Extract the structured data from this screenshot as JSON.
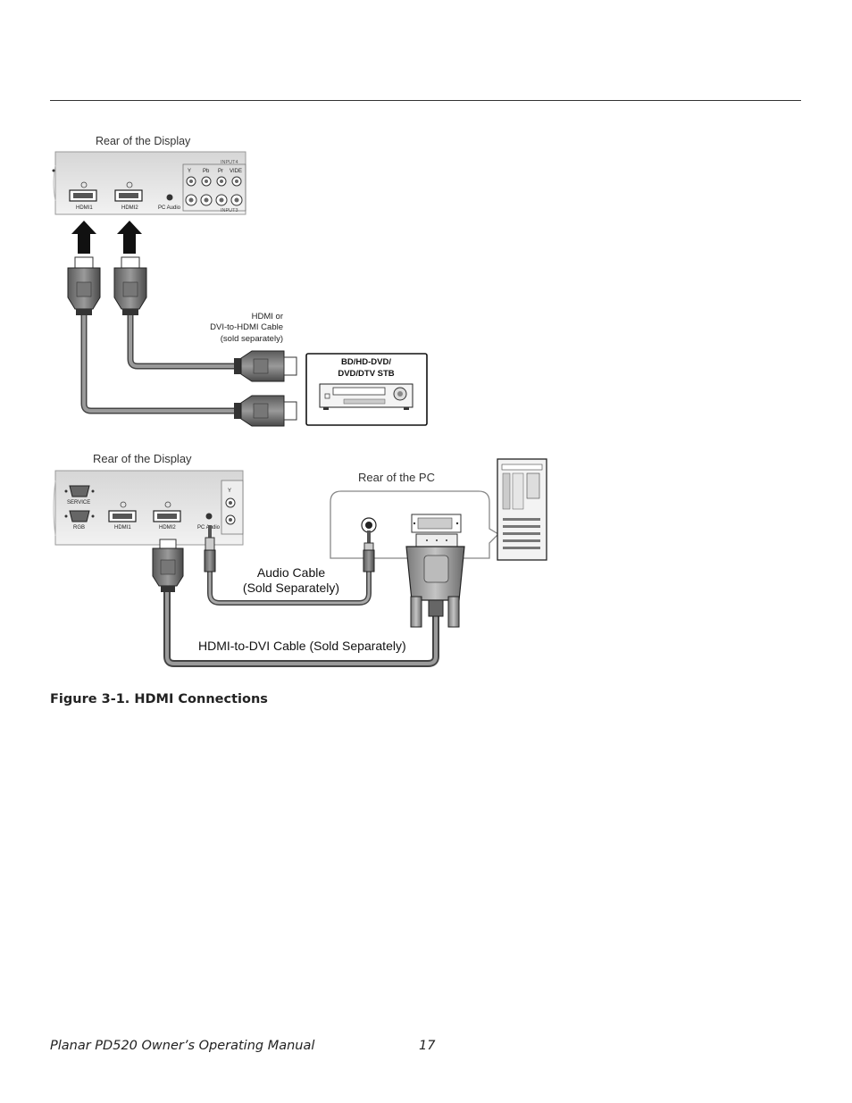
{
  "figure": {
    "top_panel": {
      "rear_display_label": "Rear of the Display",
      "ports": {
        "hdmi1": "HDMI1",
        "hdmi2": "HDMI2",
        "pc_audio": "PC Audio",
        "input4": "INPUT4",
        "input3": "INPUT3",
        "y": "Y",
        "pb": "Pb",
        "pr": "Pr",
        "video": "VIDE"
      },
      "cable_note": [
        "HDMI or",
        "DVI-to-HDMI Cable",
        "(sold separately)"
      ],
      "device_label": [
        "BD/HD-DVD/",
        "DVD/DTV STB"
      ]
    },
    "bottom_panel": {
      "rear_display_label": "Rear of the Display",
      "rear_pc_label": "Rear of the PC",
      "ports": {
        "service": "SERVICE",
        "rgb": "RGB",
        "hdmi1": "HDMI1",
        "hdmi2": "HDMI2",
        "pc_audio": "PC Audio",
        "y": "Y"
      },
      "audio_cable": [
        "Audio Cable",
        "(Sold Separately)"
      ],
      "dvi_cable": "HDMI-to-DVI Cable (Sold Separately)"
    },
    "caption": "Figure 3-1. HDMI Connections"
  },
  "footer": {
    "manual_title": "Planar PD520 Owner’s Operating Manual",
    "page_number": "17"
  }
}
